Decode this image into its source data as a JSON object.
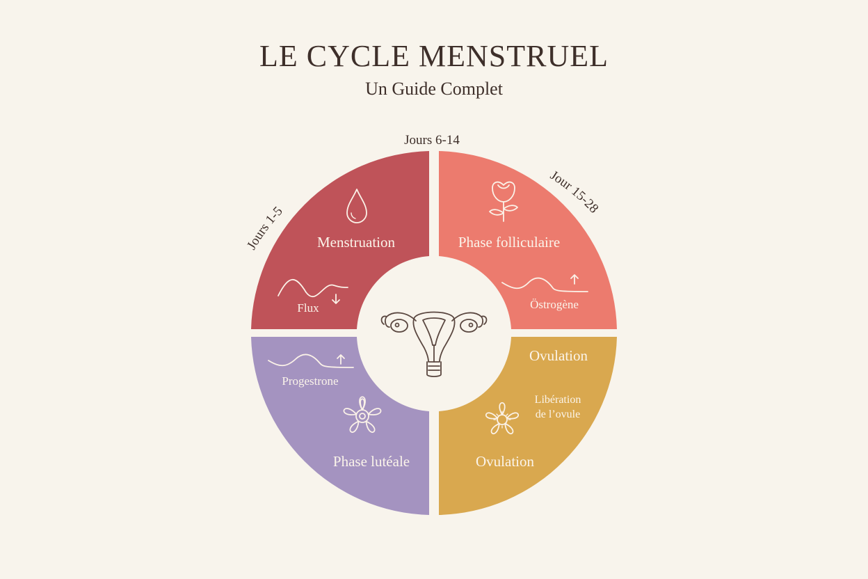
{
  "title": "LE CYCLE MENSTRUEL",
  "subtitle": "Un Guide Complet",
  "day_labels": {
    "top": "Jours 6-14",
    "left": "Jours 1-5",
    "right": "Jour 15-28"
  },
  "quadrants": {
    "menstruation": {
      "name": "Menstruation",
      "hormone": "Flux",
      "trend": "down",
      "icon": "drop-icon",
      "color": "#bf5359"
    },
    "folliculaire": {
      "name": "Phase folliculaire",
      "hormone": "Östrogène",
      "trend": "up",
      "icon": "tulip-icon",
      "color": "#ec7b6e"
    },
    "lutéale": {
      "name": "Phase lutéale",
      "hormone": "Progestrone",
      "trend": "up",
      "icon": "flower-icon",
      "color": "#a493c0"
    },
    "ovulation": {
      "name": "Ovulation",
      "header": "Ovulation",
      "note_line1": "Libération",
      "note_line2": "de l’ovule",
      "icon": "sun-flower-icon",
      "color": "#d9a84f"
    }
  },
  "center": {
    "icon": "uterus-icon",
    "color": "#f8f4ec"
  }
}
